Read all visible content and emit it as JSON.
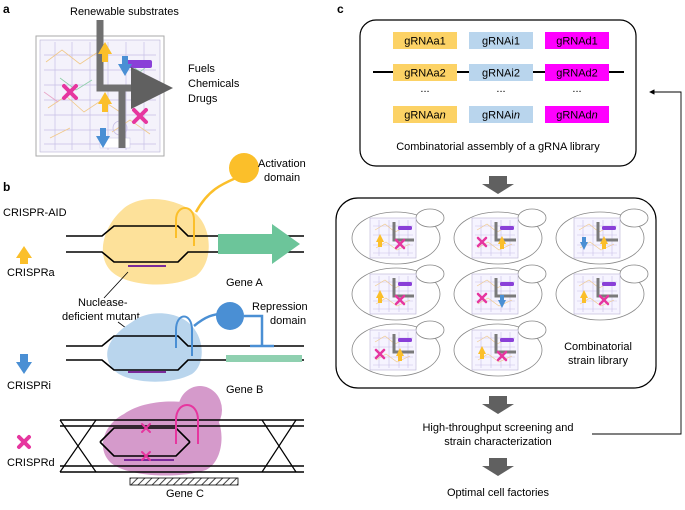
{
  "colors": {
    "activation": "#fbbf2a",
    "repression": "#4a8fd4",
    "deletion": "#e6369f",
    "gene_a": "#6cc59a",
    "gene_b": "#8fd0b0",
    "gray_arrow": "#606060",
    "grna_a": "#fcd265",
    "grna_i": "#b9d5ed",
    "grna_d": "#ff00ff"
  },
  "panel_a": {
    "label": "a",
    "substrates": "Renewable substrates",
    "outputs": [
      "Fuels",
      "Chemicals",
      "Drugs"
    ]
  },
  "panel_b": {
    "label": "b",
    "system": "CRISPR-AID",
    "activation_label": "Activation\ndomain",
    "activation_line1": "Activation",
    "activation_line2": "domain",
    "mutant_line1": "Nuclease-",
    "mutant_line2": "deficient mutant",
    "repression_line1": "Repression",
    "repression_line2": "domain",
    "modes": [
      "CRISPRa",
      "CRISPRi",
      "CRISPRd"
    ],
    "genes": [
      "Gene A",
      "Gene B",
      "Gene C"
    ]
  },
  "panel_c": {
    "label": "c",
    "grna_rows": [
      [
        "gRNAa1",
        "gRNAi1",
        "gRNAd1"
      ],
      [
        "gRNAa2",
        "gRNAi2",
        "gRNAd2"
      ],
      [
        "...",
        "...",
        "..."
      ]
    ],
    "grna_last": [
      {
        "base": "gRNAa",
        "suffix": "n"
      },
      {
        "base": "gRNAi",
        "suffix": "n"
      },
      {
        "base": "gRNAd",
        "suffix": "n"
      }
    ],
    "library_caption": "Combinatorial assembly of a gRNA library",
    "strain_line1": "Combinatorial",
    "strain_line2": "strain library",
    "screen_line1": "High-throughput screening and",
    "screen_line2": "strain characterization",
    "result": "Optimal cell factories"
  }
}
